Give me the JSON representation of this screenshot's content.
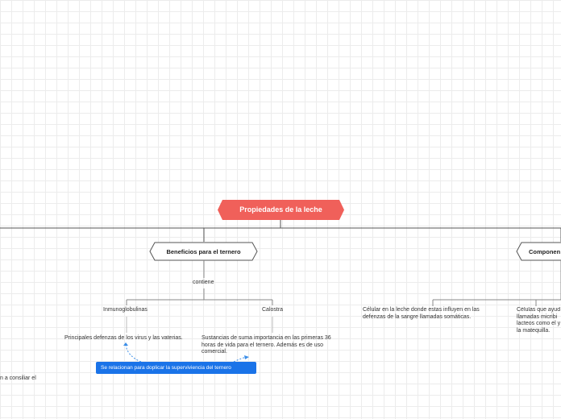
{
  "root": {
    "label": "Propiedades  de la leche",
    "color": "#f0605a"
  },
  "branches": {
    "beneficios": {
      "label": "Beneficios para el ternero",
      "connector": "contiene",
      "children": [
        {
          "title": "Inmunoglobulinas",
          "description": "Principales defenzas de los virus y las vaterias."
        },
        {
          "title": "Calostra",
          "description": "Sustancias de suma importancia en las primeras 36 horas de vida para el ternero. Además es de uso comercial."
        }
      ]
    },
    "componentes": {
      "label": "Componen",
      "children": [
        {
          "description": "Célular en la leche donde estas influyen en las defenzas de la sangre llamadas somáticas."
        },
        {
          "description": "Células que ayud llamadas micribi lacteos como el y la matequilla."
        }
      ]
    },
    "left": {
      "fragment": "n a consiliar el"
    }
  },
  "relation": {
    "label": "Se relacionan para doplicar la superviviencia del ternero",
    "color": "#1a73e8"
  }
}
